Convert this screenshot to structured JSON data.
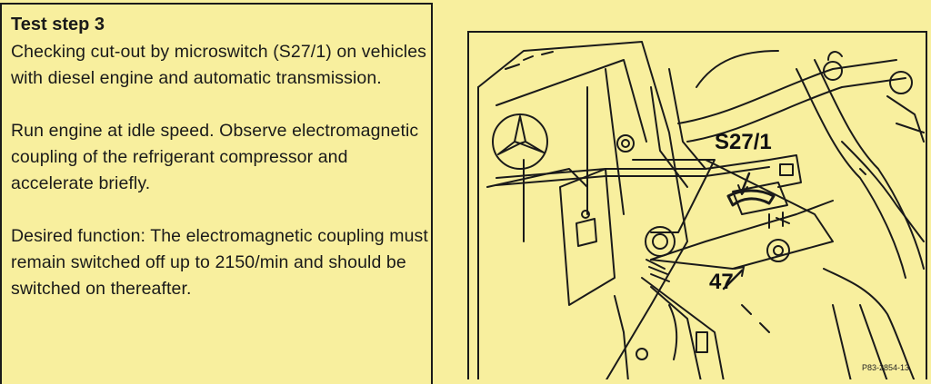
{
  "step": {
    "title": "Test step 3",
    "paragraphs": [
      "Checking cut-out by microswitch (S27/1) on vehicles with diesel engine and automatic transmission.",
      "Run engine at idle speed. Observe electromagnetic coupling of the refrigerant compressor and accelerate briefly.",
      "Desired function: The electromagnetic coupling must remain switched off up to 2150/min and should be switched on thereafter."
    ]
  },
  "figure": {
    "labels": {
      "microswitch": "S27/1",
      "part": "47"
    },
    "code": "P83-2854-13"
  },
  "colors": {
    "background": "#f8ef9e",
    "ink": "#1a1a1a"
  }
}
